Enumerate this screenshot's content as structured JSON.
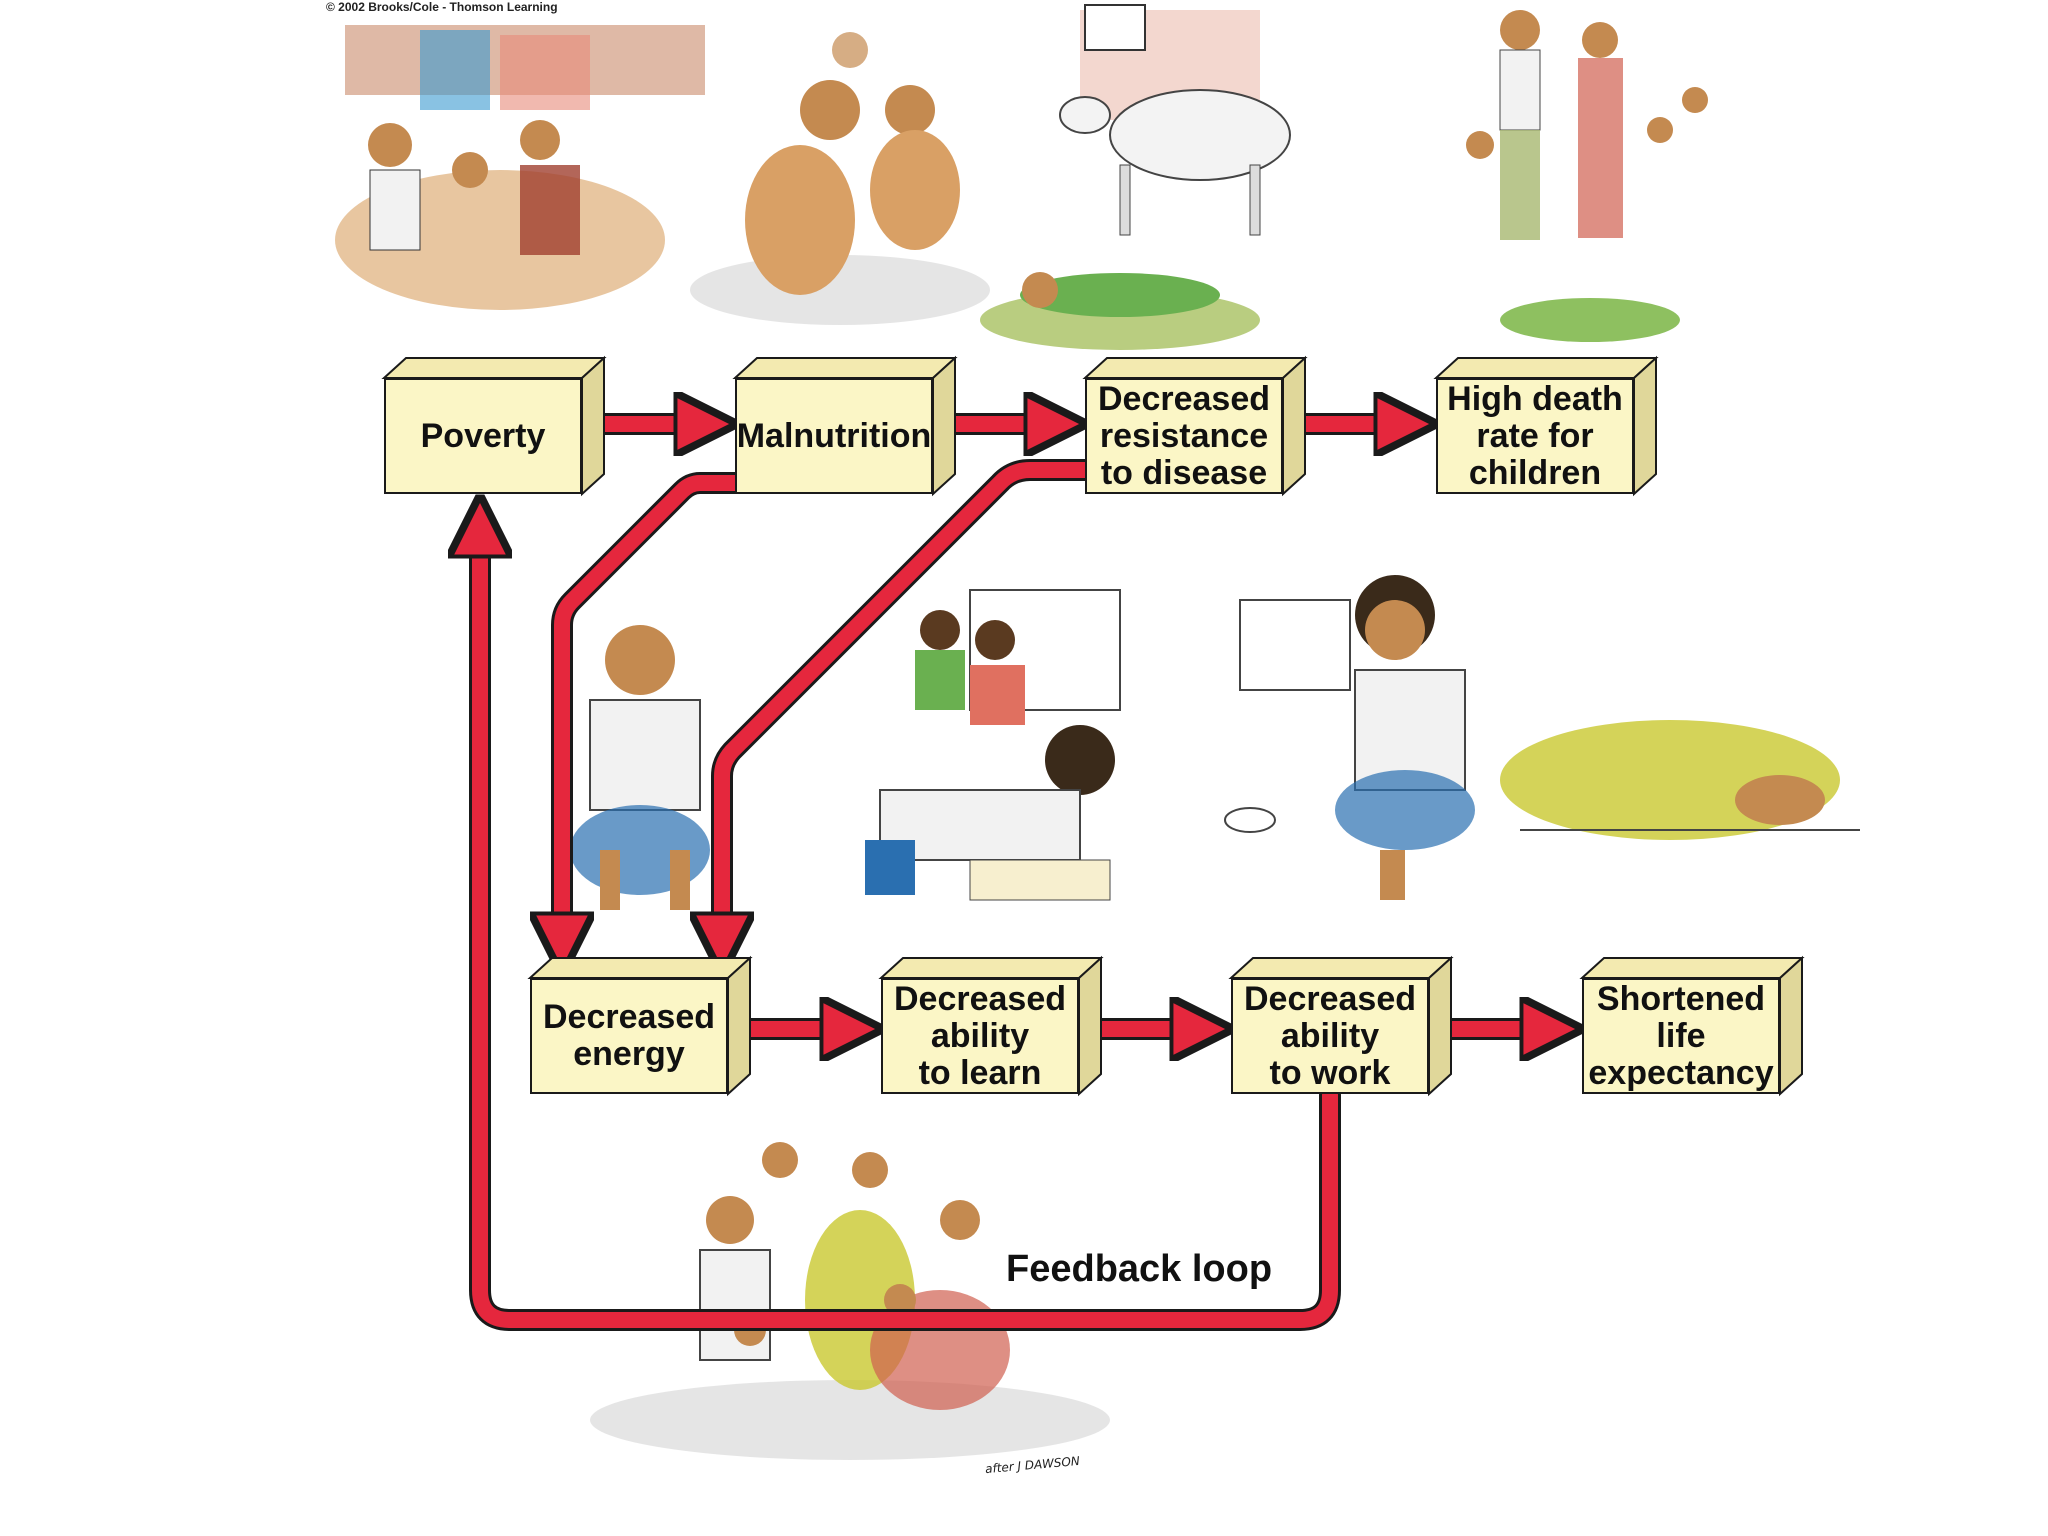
{
  "copyright": "© 2002 Brooks/Cole - Thomson Learning",
  "signature": "after J DAWSON",
  "colors": {
    "box_fill": "#fbf6c6",
    "box_side": "#e0d79a",
    "box_top": "#f3eab0",
    "arrow": "#e5273d",
    "outline": "#1a1a1a"
  },
  "boxes": {
    "poverty": "Poverty",
    "malnutrition": "Malnutrition",
    "decreased_resistance": "Decreased\nresistance\nto disease",
    "high_death_rate": "High death\nrate for\nchildren",
    "decreased_energy": "Decreased\nenergy",
    "decreased_ability_learn": "Decreased\nability\nto learn",
    "decreased_ability_work": "Decreased\nability\nto work",
    "shortened_life": "Shortened\nlife\nexpectancy"
  },
  "feedback_label": "Feedback loop",
  "illustrations": [
    "poor-family-under-awning",
    "malnourished-people-sitting",
    "sick-person-lying-with-cow",
    "family-with-dead-child",
    "thin-boy-sitting",
    "children-in-classroom",
    "man-begging-with-bowl",
    "person-collapsed-on-ground",
    "large-poor-family"
  ]
}
